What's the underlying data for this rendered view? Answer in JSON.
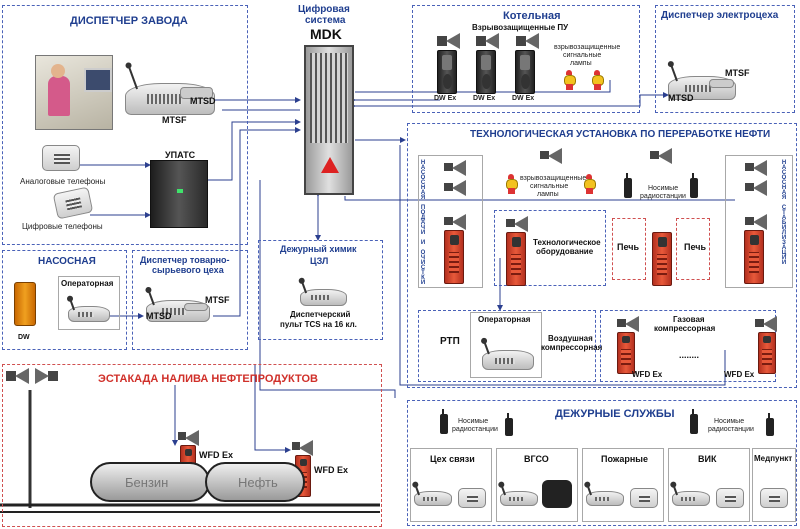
{
  "center": {
    "title_line1": "Цифровая",
    "title_line2": "система",
    "title_line3": "MDK"
  },
  "factory": {
    "title": "ДИСПЕТЧЕР ЗАВОДА",
    "mtsd": "MTSD",
    "mtsf": "MTSF",
    "upats": "УПАТС",
    "analog": "Аналоговые телефоны",
    "digital": "Цифровые телефоны"
  },
  "boiler": {
    "title": "Котельная",
    "subtitle": "Взрывозащищенные ПУ",
    "dw1": "DW Ex",
    "dw2": "DW Ex",
    "dw3": "DW Ex",
    "lamps_l1": "взрывозащищенные",
    "lamps_l2": "сигнальные",
    "lamps_l3": "лампы"
  },
  "elec": {
    "title": "Диспетчер электроцеха",
    "mtsf": "MTSF",
    "mtsd": "MTSD"
  },
  "tech": {
    "title": "ТЕХНОЛОГИЧЕСКАЯ УСТАНОВКА ПО ПЕРЕРАБОТКЕ НЕФТИ",
    "left_vert": "НАСОСНАЯ ПОДАЧИ И ОЧИСТКИ",
    "right_vert": "НАСОСНАЯ СТАБИЛИЗАЦИИ",
    "lamps_l1": "взрывозащищенные",
    "lamps_l2": "сигнальные",
    "lamps_l3": "лампы",
    "radios_l1": "Носимые",
    "radios_l2": "радиостанции",
    "equipment_l1": "Технологическое",
    "equipment_l2": "оборудование",
    "oven1": "Печь",
    "oven2": "Печь",
    "rtp": "РТП",
    "operator": "Операторная",
    "air_l1": "Воздушная",
    "air_l2": "компрессорная",
    "gas_l1": "Газовая",
    "gas_l2": "компрессорная",
    "dots": "........",
    "wfd1": "WFD Ex",
    "wfd2": "WFD Ex"
  },
  "pump": {
    "title": "НАСОСНАЯ",
    "operator": "Операторная",
    "dw": "DW"
  },
  "commodity": {
    "title_l1": "Диспетчер товарно-",
    "title_l2": "сырьевого цеха",
    "mtsf": "MTSF",
    "mtsd": "MTSD"
  },
  "chemist": {
    "title_l1": "Дежурный химик",
    "title_l2": "ЦЗЛ",
    "console_l1": "Диспетчерский",
    "console_l2": "пульт TCS на 16 кл."
  },
  "overpass": {
    "title": "ЭСТАКАДА НАЛИВА НЕФТЕПРОДУКТОВ",
    "wfd1": "WFD Ex",
    "wfd2": "WFD Ex",
    "tank1": "Бензин",
    "tank2": "Нефть"
  },
  "duty": {
    "title": "ДЕЖУРНЫЕ СЛУЖБЫ",
    "radios_l1": "Носимые",
    "radios_l2": "радиостанции",
    "radios2_l1": "Носимые",
    "radios2_l2": "радиостанции",
    "units": [
      "Цех связи",
      "ВГСО",
      "Пожарные",
      "ВИК",
      "Медпункт"
    ]
  },
  "colors": {
    "accent": "#1f3e8f",
    "red_title": "#d0302a",
    "line": "#2b3f8f"
  }
}
